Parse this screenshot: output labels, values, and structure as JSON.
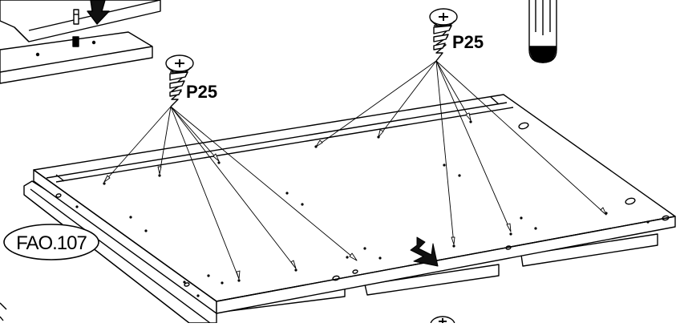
{
  "diagram": {
    "screw_label_left": "P25",
    "screw_label_right": "P25",
    "part_code": "FAO.107",
    "colors": {
      "line": "#000000",
      "panel_fill": "#ffffff",
      "arrow_fill": "#111111"
    },
    "icons": [
      "screw-icon",
      "screwdriver-icon",
      "arrow-down-icon",
      "dowel-icon"
    ]
  }
}
